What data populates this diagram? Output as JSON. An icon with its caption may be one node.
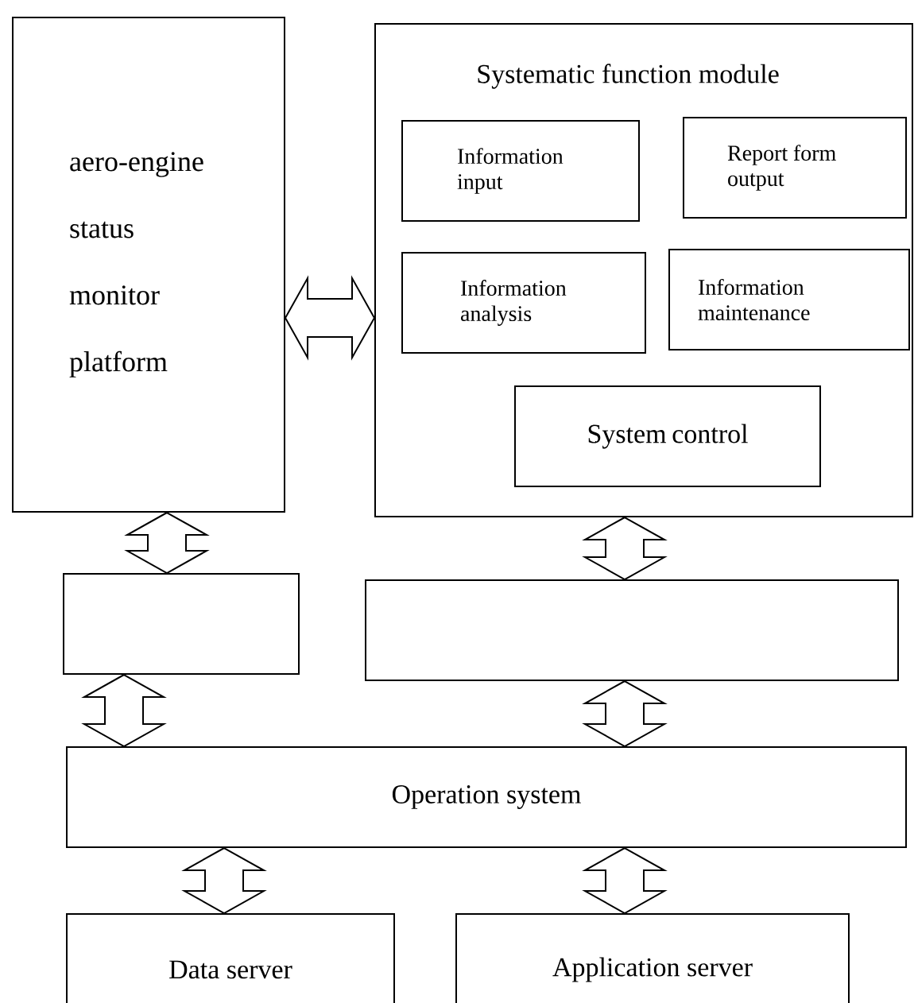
{
  "diagram": {
    "nodes": [
      {
        "text": [
          "aero-engine status monitor platform"
        ]
      },
      {
        "text": [
          "Systematic function module"
        ]
      },
      {
        "text": [
          "Information input"
        ],
        "in": 1
      },
      {
        "text": [
          "Report form output"
        ],
        "in": 1
      },
      {
        "text": [
          "Information analysis"
        ],
        "in": 1
      },
      {
        "text": [
          "Information maintenance"
        ],
        "in": 1
      },
      {
        "text": [
          "System control"
        ],
        "in": 1
      },
      {
        "text": [],
        "shape": "box"
      },
      {
        "text": [],
        "shape": "box"
      },
      {
        "text": [
          "Operation system"
        ]
      },
      {
        "text": [
          "Data server"
        ]
      },
      {
        "text": [
          "Application server"
        ]
      }
    ],
    "edges": [
      {
        "from": 0,
        "to": 1,
        "arrow": "both"
      },
      {
        "from": 0,
        "to": 7,
        "arrow": "both"
      },
      {
        "from": 1,
        "to": 8,
        "arrow": "both"
      },
      {
        "from": 7,
        "to": 9,
        "arrow": "both"
      },
      {
        "from": 8,
        "to": 9,
        "arrow": "both"
      },
      {
        "from": 9,
        "to": 10,
        "arrow": "both"
      },
      {
        "from": 9,
        "to": 11,
        "arrow": "both"
      }
    ]
  }
}
